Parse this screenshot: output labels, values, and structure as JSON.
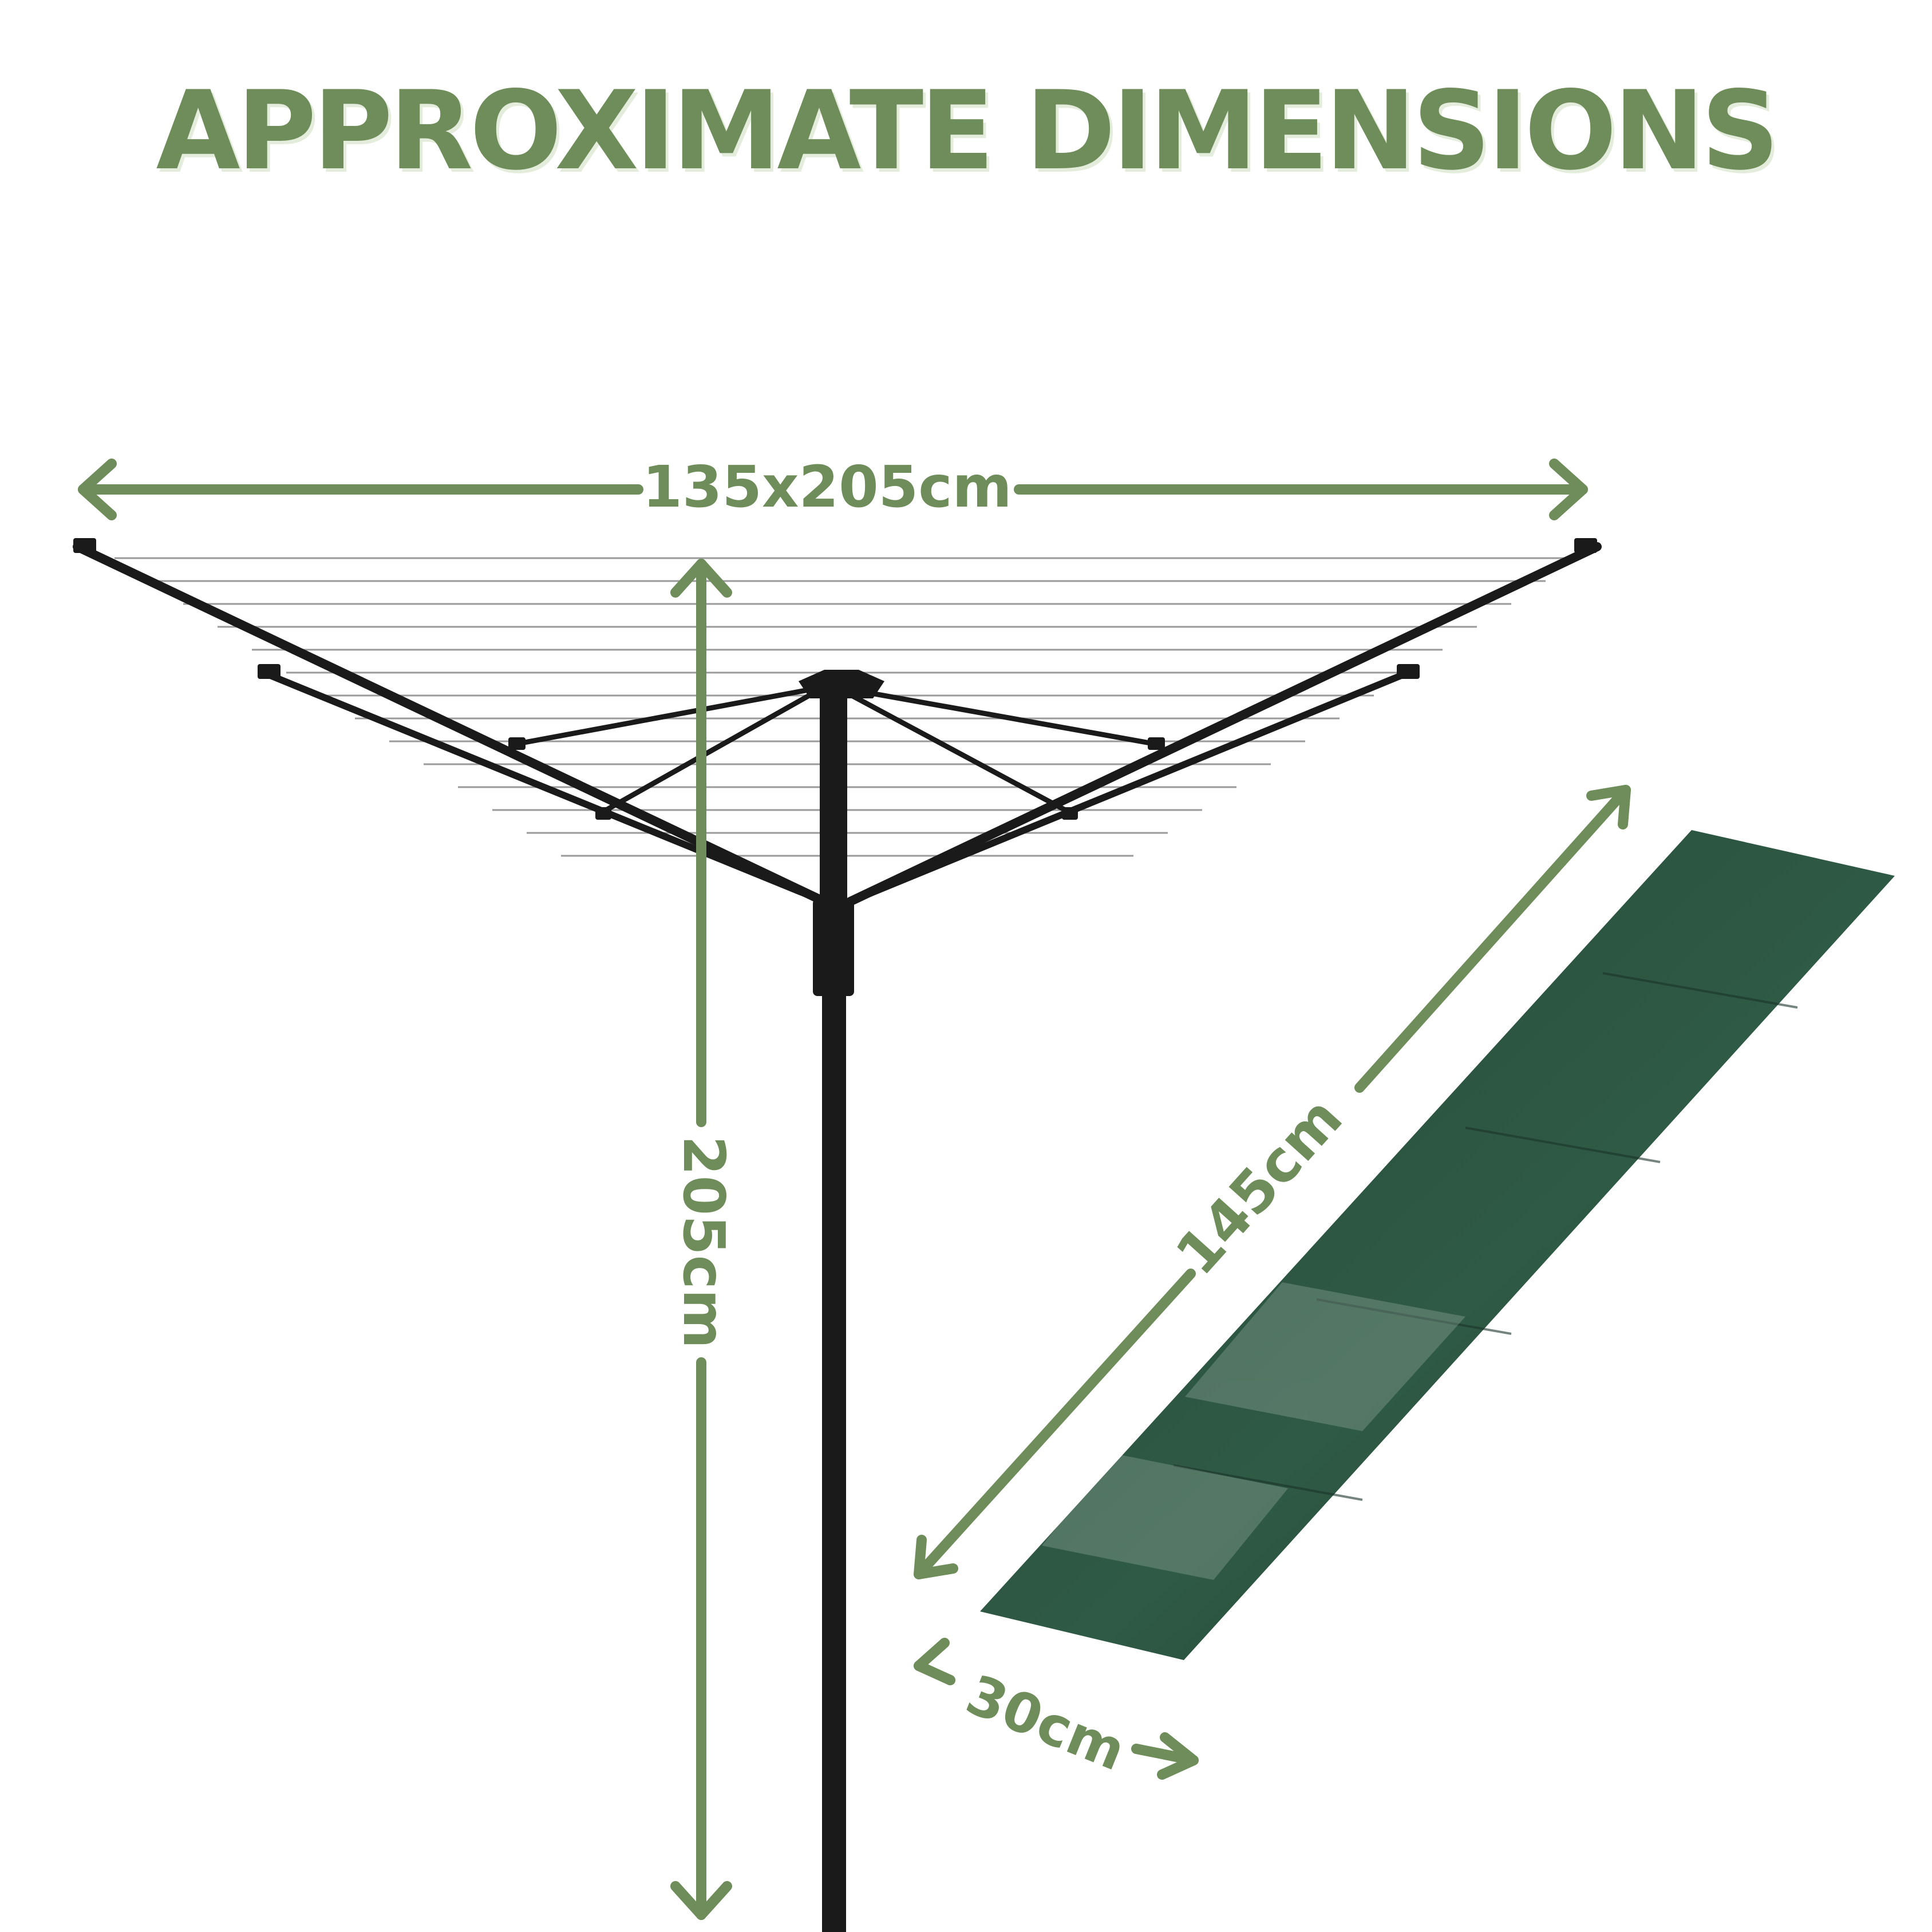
{
  "title": "APPROXIMATE DIMENSIONS",
  "dimensions": {
    "spread": "135x205cm",
    "height": "205cm",
    "cover_length": "145cm",
    "cover_width": "30cm"
  },
  "colors": {
    "accent": "#6f8d5a",
    "frame": "#1a1a1a",
    "cover": "#2d4f3c"
  }
}
